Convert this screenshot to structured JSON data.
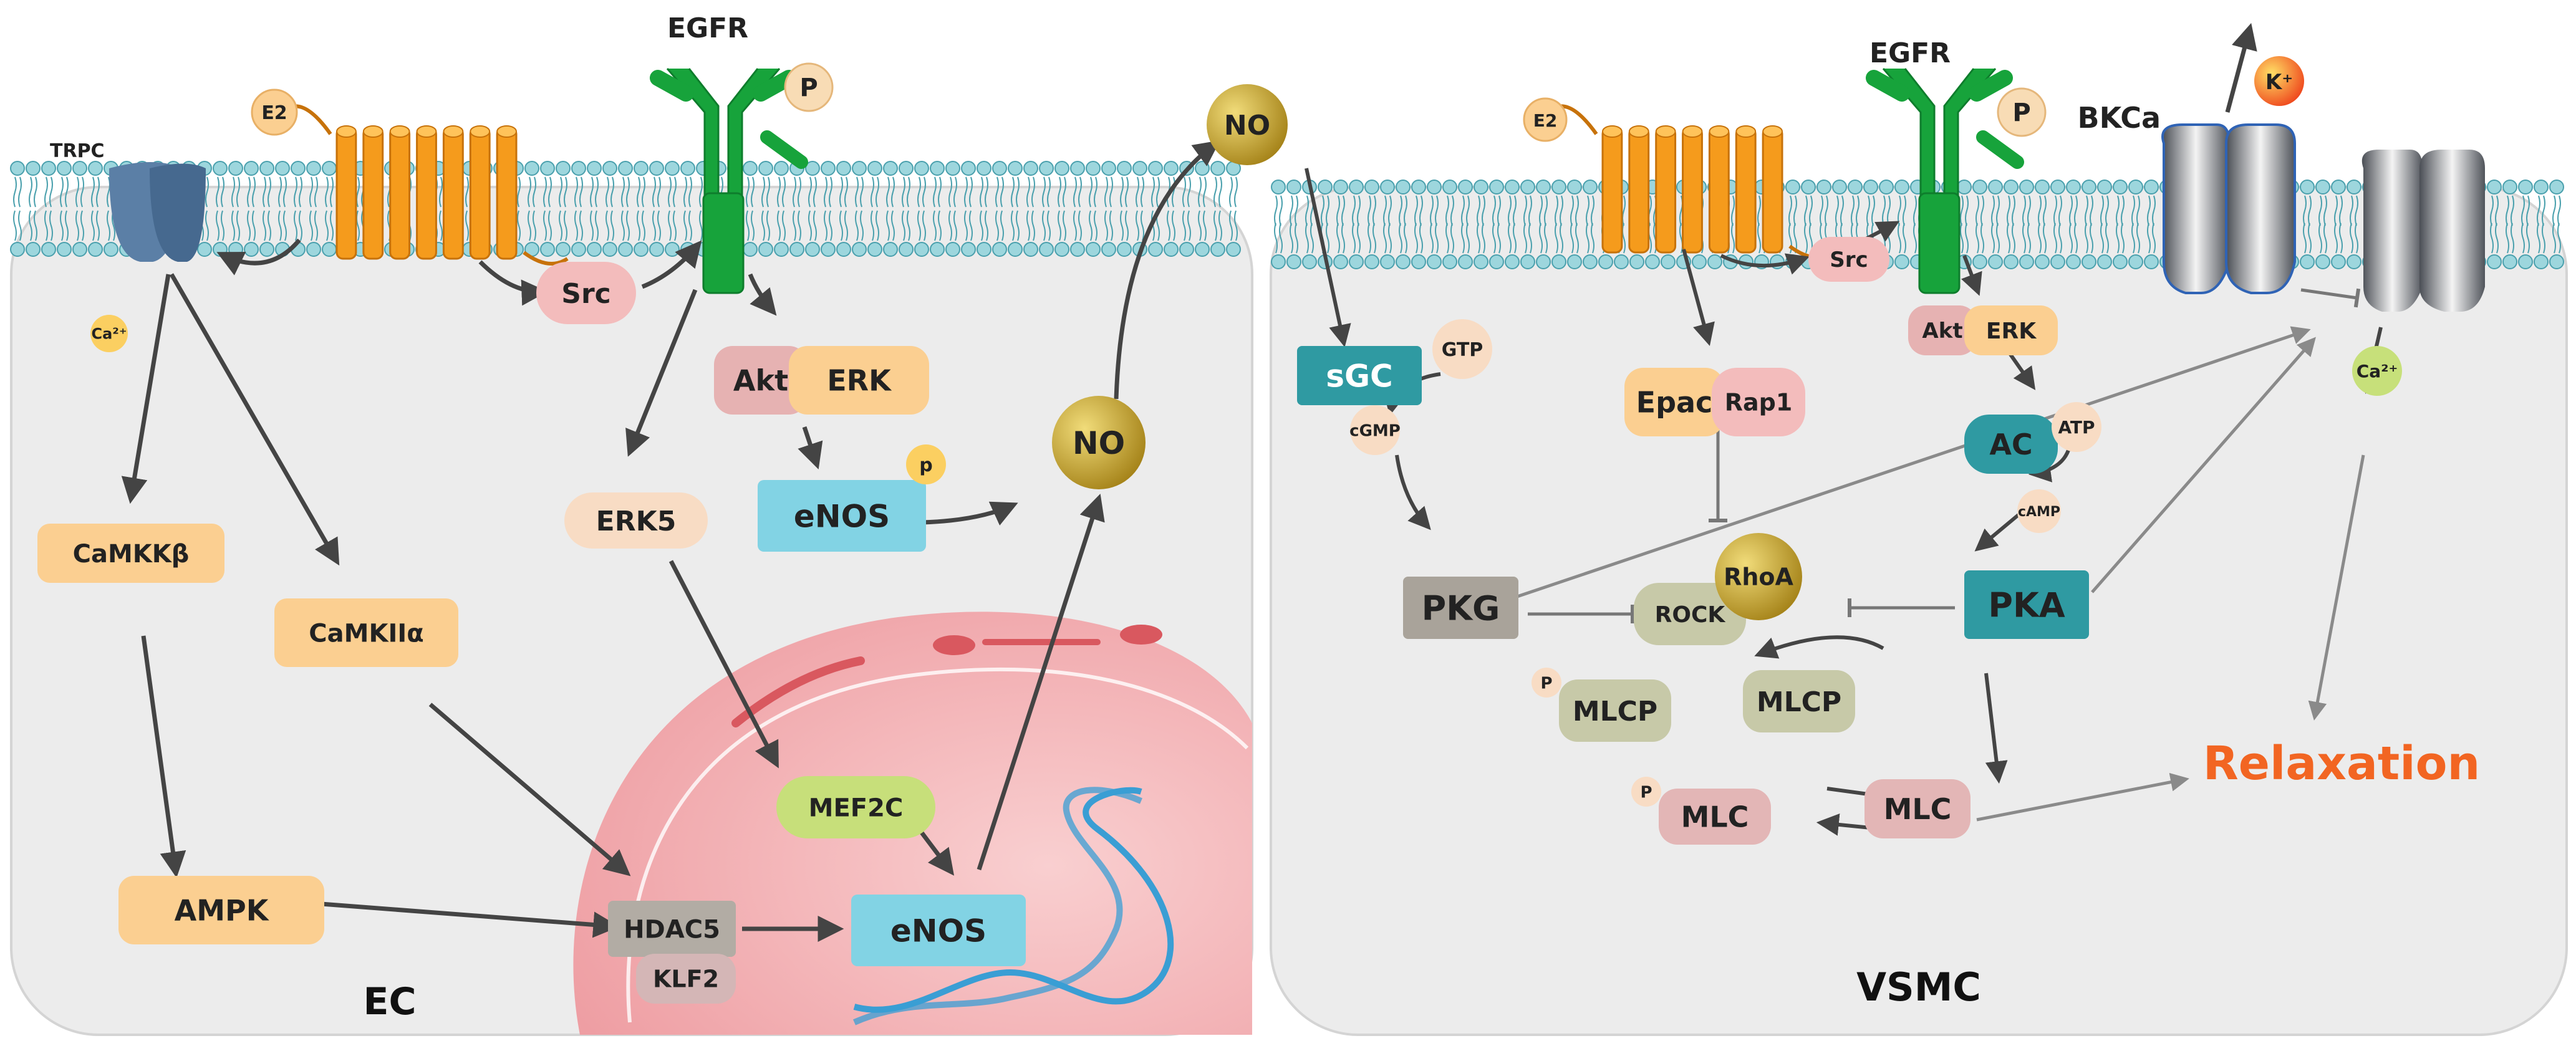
{
  "colors": {
    "cell_fill": "#ececec",
    "cell_border": "#d6d6d6",
    "lipid_head": "#8fd0d8",
    "lipid_head_stroke": "#4aa0ad",
    "receptor_orange": "#f59b1c",
    "egfr_green": "#17a33b",
    "trpc_blue": "#5b7fa6",
    "bkca_grey": "#8a8d92",
    "pill_orange": "#fbcf91",
    "pill_pink": "#f3bcbc",
    "pill_cyan": "#82d3e4",
    "pill_teal": "#2f9aa2",
    "pill_grey": "#a9a39a",
    "pill_olive": "#c7c9a8",
    "no_gold": "#c8a320",
    "relaxation": "#f26522",
    "nucleus": "#f5b5b8"
  },
  "ec": {
    "cell_label": "EC",
    "trpc": "TRPC",
    "e2": "E2",
    "egfr": "EGFR",
    "p_egfr": "P",
    "ca": "Ca²⁺",
    "src": "Src",
    "akt": "Akt",
    "erk": "ERK",
    "erk5": "ERK5",
    "enos_top": "eNOS",
    "p_enos": "p",
    "no_top": "NO",
    "no_mid": "NO",
    "camkkb": "CaMKKβ",
    "camkiia": "CaMKIIα",
    "ampk": "AMPK",
    "mef2c": "MEF2C",
    "hdac5": "HDAC5",
    "klf2": "KLF2",
    "enos_nuc": "eNOS"
  },
  "vsmc": {
    "cell_label": "VSMC",
    "e2": "E2",
    "egfr": "EGFR",
    "p_egfr": "P",
    "bkca": "BKCa",
    "k": "K⁺",
    "src": "Src",
    "akt": "Akt",
    "erk": "ERK",
    "sgc": "sGC",
    "gtp": "GTP",
    "cgmp": "cGMP",
    "epac": "Epac",
    "rap1": "Rap1",
    "ac": "AC",
    "atp": "ATP",
    "camp": "cAMP",
    "ca": "Ca²⁺",
    "pkg": "PKG",
    "rock": "ROCK",
    "rhoa": "RhoA",
    "pka": "PKA",
    "p_mlcp": "P",
    "mlcp_p": "MLCP",
    "mlcp": "MLCP",
    "p_mlc": "P",
    "mlc_p": "MLC",
    "mlc": "MLC",
    "relaxation": "Relaxation"
  }
}
